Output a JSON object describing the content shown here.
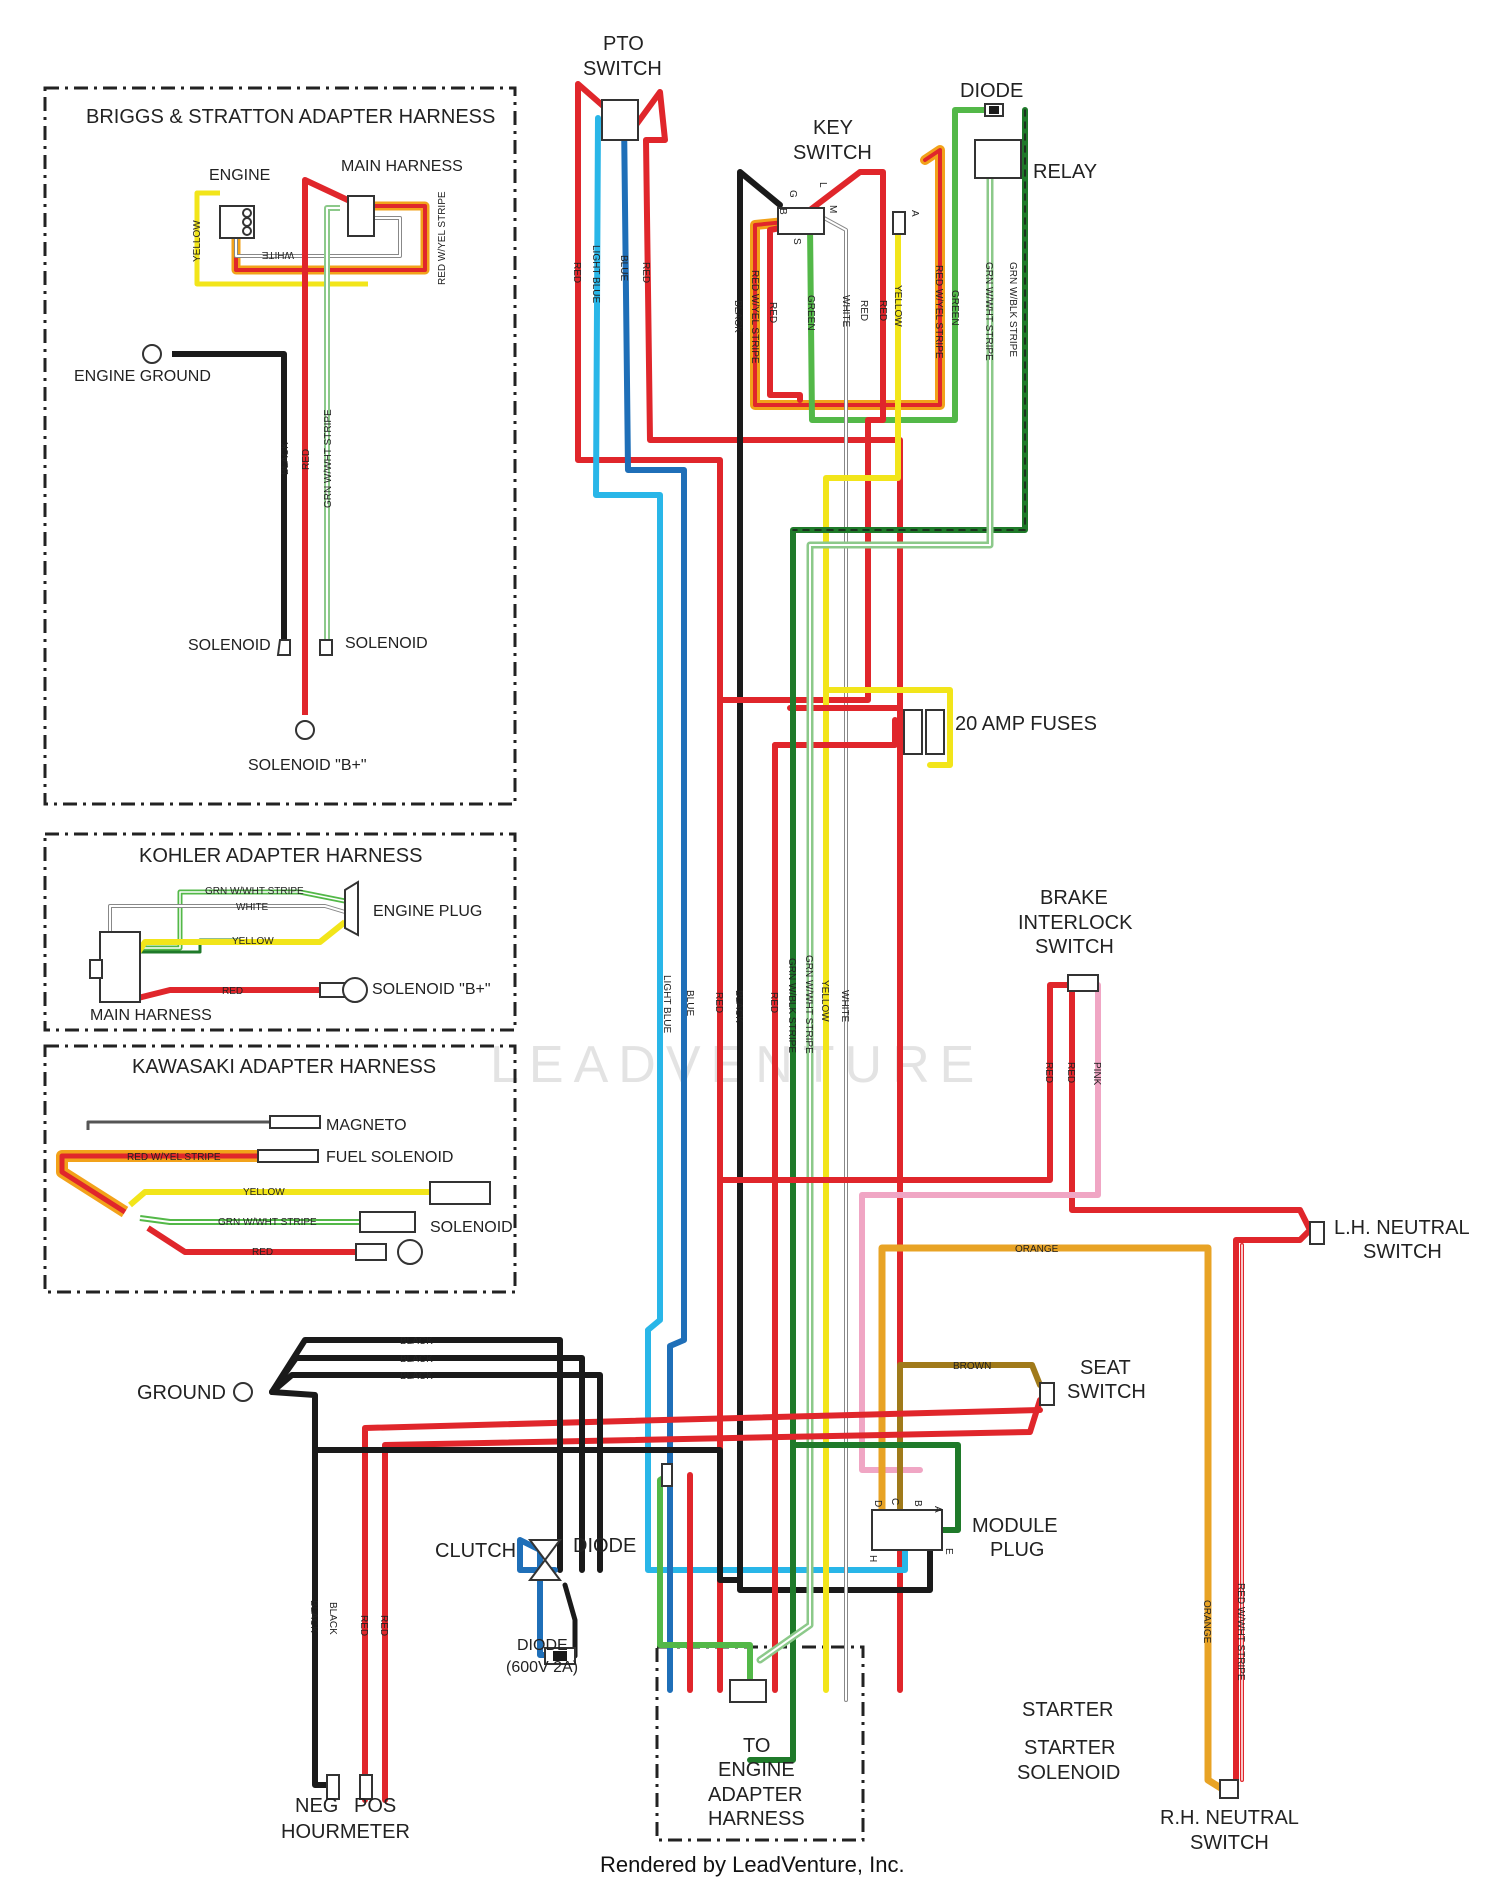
{
  "colors": {
    "red": "#e0262b",
    "black": "#1a1a1a",
    "light_blue": "#29b6e8",
    "blue": "#1f6fb8",
    "yellow": "#f2e51a",
    "green": "#53b848",
    "dark_green": "#1f7a2a",
    "green_white": "#8cc98a",
    "orange": "#e8a325",
    "pink": "#f0a6c4",
    "brown": "#a07a1a",
    "white_wire": "#bdbdbd",
    "stripe_orange": "#f2a21a"
  },
  "boxes": {
    "briggs": "BRIGGS & STRATTON ADAPTER HARNESS",
    "kohler": "KOHLER ADAPTER HARNESS",
    "kawasaki": "KAWASAKI ADAPTER HARNESS",
    "engine_adapter": [
      "TO",
      "ENGINE",
      "ADAPTER",
      "HARNESS"
    ]
  },
  "briggs": {
    "engine": "ENGINE",
    "main_harness": "MAIN HARNESS",
    "engine_ground": "ENGINE GROUND",
    "solenoid_left": "SOLENOID",
    "solenoid_right": "SOLENOID",
    "solenoid_b": "SOLENOID \"B+\"",
    "wire_black": "BLACK",
    "wire_red": "RED",
    "wire_grn": "GRN W/WHT STRIPE",
    "wire_yellow": "YELLOW",
    "wire_white": "WHITE",
    "wire_redyel": "RED W/YEL STRIPE"
  },
  "kohler": {
    "engine_plug": "ENGINE PLUG",
    "solenoid_b": "SOLENOID \"B+\"",
    "main_harness": "MAIN HARNESS",
    "wire_grn": "GRN W/WHT STRIPE",
    "wire_white": "WHITE",
    "wire_yellow": "YELLOW",
    "wire_red": "RED"
  },
  "kawasaki": {
    "magneto": "MAGNETO",
    "fuel_solenoid": "FUEL SOLENOID",
    "solenoid": "SOLENOID",
    "wire_redyel": "RED W/YEL STRIPE",
    "wire_yellow": "YELLOW",
    "wire_grn": "GRN W/WHT STRIPE",
    "wire_red": "RED"
  },
  "components": {
    "pto": [
      "PTO",
      "SWITCH"
    ],
    "key": [
      "KEY",
      "SWITCH"
    ],
    "diode_top": "DIODE",
    "relay": "RELAY",
    "fuses": "20 AMP FUSES",
    "brake": [
      "BRAKE",
      "INTERLOCK",
      "SWITCH"
    ],
    "lh_neutral": [
      "L.H. NEUTRAL",
      "SWITCH"
    ],
    "seat": [
      "SEAT",
      "SWITCH"
    ],
    "module": [
      "MODULE",
      "PLUG"
    ],
    "ground": "GROUND",
    "clutch": "CLUTCH",
    "diode_mid": "DIODE",
    "diode_bottom": [
      "DIODE",
      "(600V 2A)"
    ],
    "starter": "STARTER",
    "starter_solenoid": [
      "STARTER",
      "SOLENOID"
    ],
    "rh_neutral": [
      "R.H. NEUTRAL",
      "SWITCH"
    ],
    "hourmeter": "HOURMETER",
    "neg": "NEG",
    "pos": "POS"
  },
  "key_terminals": [
    "G",
    "L",
    "M",
    "B",
    "S",
    "A"
  ],
  "module_terminals": [
    "D",
    "C",
    "B",
    "A",
    "E",
    "H"
  ],
  "wire_labels": {
    "red": "RED",
    "light_blue": "LIGHT BLUE",
    "blue": "BLUE",
    "black": "BLACK",
    "red_yel": "RED W/YEL STRIPE",
    "green": "GREEN",
    "white": "WHITE",
    "yellow": "YELLOW",
    "grn_wht": "GRN W/WHT STRIPE",
    "grn_blk": "GRN W/BLK STRIPE",
    "pink": "PINK",
    "orange": "ORANGE",
    "brown": "BROWN",
    "red_wht": "RED W/WHT STRIPE"
  },
  "watermark": "LEADVENTURE",
  "credit": "Rendered by LeadVenture, Inc."
}
